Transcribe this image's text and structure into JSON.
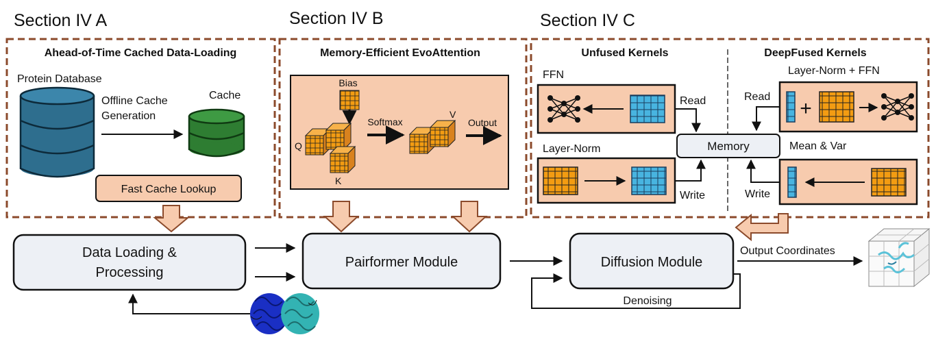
{
  "sections": {
    "a": "Section IV A",
    "b": "Section IV B",
    "c": "Section IV C"
  },
  "panel_a": {
    "title": "Ahead-of-Time Cached Data-Loading",
    "db_label": "Protein Database",
    "offline_line1": "Offline Cache",
    "offline_line2": "Generation",
    "cache_label": "Cache",
    "lookup": "Fast Cache Lookup"
  },
  "panel_b": {
    "title": "Memory-Efficient EvoAttention",
    "bias": "Bias",
    "q": "Q",
    "k": "K",
    "v": "V",
    "softmax": "Softmax",
    "output": "Output"
  },
  "panel_c": {
    "unfused_title": "Unfused Kernels",
    "fused_title": "DeepFused Kernels",
    "ffn": "FFN",
    "layer_norm": "Layer-Norm",
    "layer_norm_ffn": "Layer-Norm + FFN",
    "mean_var": "Mean & Var",
    "memory": "Memory",
    "read": "Read",
    "write": "Write",
    "plus": "+"
  },
  "modules": {
    "data_loading_line1": "Data Loading &",
    "data_loading_line2": "Processing",
    "pairformer": "Pairformer Module",
    "diffusion": "Diffusion Module",
    "output_coords": "Output Coordinates",
    "denoising": "Denoising"
  },
  "colors": {
    "panel_border": "#8B4A2B",
    "salmon": "#F7CBAE",
    "orange": "#F39C12",
    "blue": "#48B4E0",
    "db_blue": "#2E6E8E",
    "cache_green": "#2E7D32",
    "module_fill": "#EDF0F5"
  }
}
